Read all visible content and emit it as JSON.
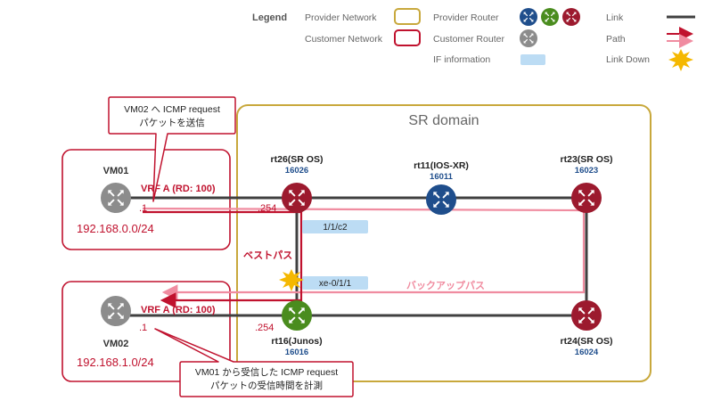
{
  "legend": {
    "title": "Legend",
    "provider_network": "Provider Network",
    "customer_network": "Customer Network",
    "provider_router": "Provider Router",
    "customer_router": "Customer Router",
    "if_information": "IF information",
    "link": "Link",
    "path": "Path",
    "link_down": "Link Down"
  },
  "domain": {
    "label": "SR domain"
  },
  "routers": {
    "rt26": {
      "name": "rt26(SR OS)",
      "sid": "16026"
    },
    "rt11": {
      "name": "rt11(IOS-XR)",
      "sid": "16011"
    },
    "rt23": {
      "name": "rt23(SR OS)",
      "sid": "16023"
    },
    "rt16": {
      "name": "rt16(Junos)",
      "sid": "16016"
    },
    "rt24": {
      "name": "rt24(SR OS)",
      "sid": "16024"
    }
  },
  "vms": {
    "vm01": {
      "name": "VM01",
      "vrf": "VRF A (RD: 100)",
      "ip": ".1",
      "gw": ".254",
      "subnet": "192.168.0.0/24"
    },
    "vm02": {
      "name": "VM02",
      "vrf": "VRF A (RD: 100)",
      "ip": ".1",
      "gw": ".254",
      "subnet": "192.168.1.0/24"
    }
  },
  "interfaces": {
    "if1": "1/1/c2",
    "if2": "xe-0/1/1"
  },
  "paths": {
    "best": "ベストパス",
    "backup": "バックアップパス"
  },
  "callouts": {
    "top_line1": "VM02 へ ICMP request",
    "top_line2": "パケットを送信",
    "bottom_line1": "VM01 から受信した ICMP request",
    "bottom_line2": "パケットの受信時間を計測"
  },
  "colors": {
    "provider_border": "#c8a83c",
    "customer_border": "#c0122e",
    "provider_router_blue": "#1f4e8c",
    "provider_router_green": "#4a8c1e",
    "provider_router_red": "#9c1a2e",
    "customer_router": "#8c8c8c",
    "link": "#404040",
    "path_best": "#c0122e",
    "path_backup": "#f08ca0",
    "if_box": "#bcdcf4",
    "link_down": "#f5b800"
  }
}
